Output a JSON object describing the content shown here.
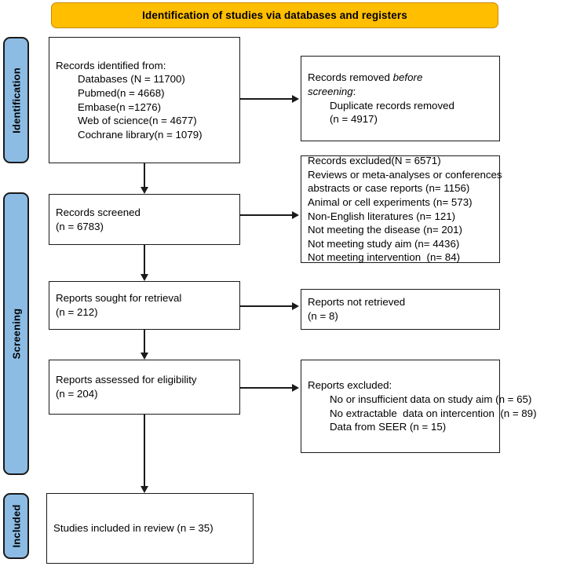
{
  "banner": {
    "title": "Identification of studies via databases and registers"
  },
  "phases": [
    {
      "key": "identification",
      "label": "Identification"
    },
    {
      "key": "screening",
      "label": "Screening"
    },
    {
      "key": "included",
      "label": "Included"
    }
  ],
  "boxes": {
    "identified": {
      "heading": "Records identified from:",
      "items": [
        "Databases (N = 11700)",
        "Pubmed(n = 4668)",
        "Embase(n =1276)",
        "Web of science(n = 4677)",
        "Cochrane library(n = 1079)"
      ]
    },
    "removed": {
      "line1_pre": "Records removed ",
      "line1_em": "before",
      "line2_em": "screening",
      "line2_post": ":",
      "items": [
        "Duplicate records removed",
        "(n = 4917)"
      ]
    },
    "screened": {
      "line1": "Records screened",
      "line2": "(n = 6783)"
    },
    "excluded_records": {
      "lines": [
        "Records excluded(N = 6571)",
        "Reviews or meta-analyses or conferences",
        "abstracts or case reports (n= 1156)",
        "Animal or cell experiments (n= 573)",
        "Non-English literatures (n= 121)",
        "Not meeting the disease (n= 201)",
        "Not meeting study aim (n= 4436)",
        "Not meeting intervention  (n= 84)"
      ]
    },
    "sought": {
      "line1": "Reports sought for retrieval",
      "line2": "(n = 212)"
    },
    "not_retrieved": {
      "line1": "Reports not retrieved",
      "line2": "(n = 8)"
    },
    "assessed": {
      "line1": "Reports assessed for eligibility",
      "line2": "(n = 204)"
    },
    "excluded_reports": {
      "heading": "Reports excluded:",
      "items": [
        "No or insufficient data on study aim (n = 65)",
        "No extractable  data on intercention  (n = 89)",
        "Data from SEER (n = 15)"
      ]
    },
    "included": {
      "line1": "Studies included in review (n = 35)"
    }
  },
  "colors": {
    "banner_fill": "#FFBE00",
    "banner_border": "#C98A00",
    "phase_fill": "#8CBCE4",
    "stroke": "#1a1a1a",
    "box_fill": "#ffffff"
  }
}
